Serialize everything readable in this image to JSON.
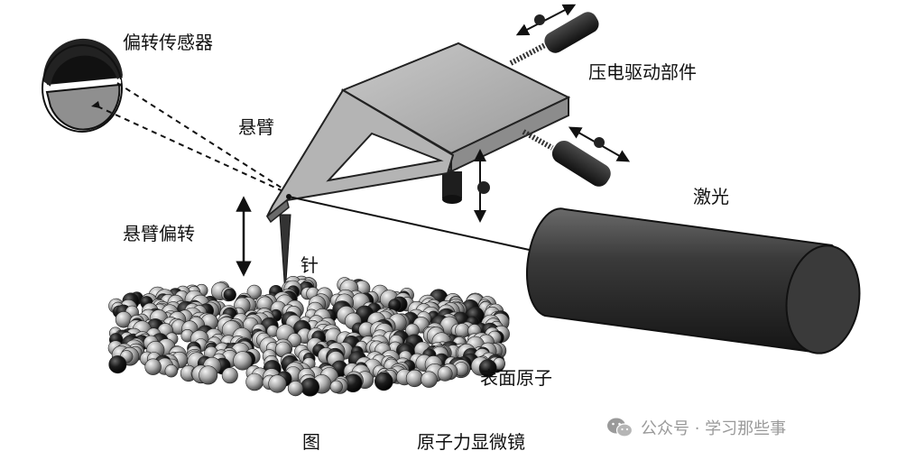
{
  "labels": {
    "deflection_sensor": "偏转传感器",
    "piezo_drive": "压电驱动部件",
    "cantilever": "悬臂",
    "laser": "激光",
    "cantilever_deflection": "悬臂偏转",
    "tip": "针",
    "sample_surface": "表面原子",
    "figure_prefix": "图",
    "figure_title": "原子力显微镜"
  },
  "watermark": {
    "icon": "wechat-icon",
    "text": "公众号 · 学习那些事"
  },
  "colors": {
    "body_gray": "#a8a8a8",
    "dark": "#1a1a1a",
    "atom_light": "#bdbdbd",
    "atom_dark": "#141414",
    "watermark": "#9a9a9a"
  }
}
